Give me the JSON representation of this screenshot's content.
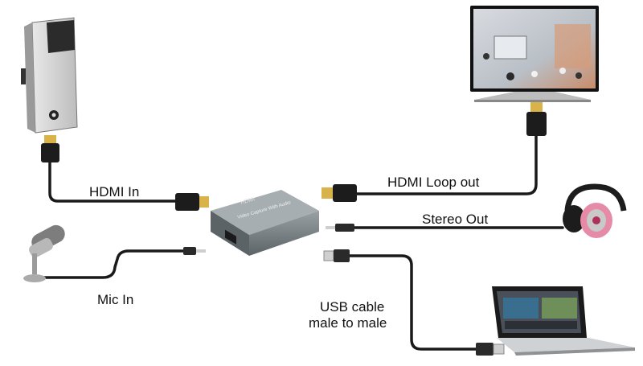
{
  "labels": {
    "hdmi_in": "HDMI In",
    "hdmi_loop_out": "HDMI Loop out",
    "stereo_out": "Stereo Out",
    "mic_in": "Mic In",
    "usb_line1": "USB cable",
    "usb_line2": "male to male"
  },
  "device": {
    "brand": "HDMI",
    "model_text": "Video Capture With Audio"
  },
  "colors": {
    "cable": "#1a1a1a",
    "device_body": "#6f7679",
    "connector_gold": "#d9b34a",
    "headphone_pink": "#e58aa7"
  },
  "icons": [
    "pc-tower-icon",
    "tv-monitor-icon",
    "microphone-icon",
    "headphones-icon",
    "laptop-icon",
    "capture-device-icon"
  ]
}
